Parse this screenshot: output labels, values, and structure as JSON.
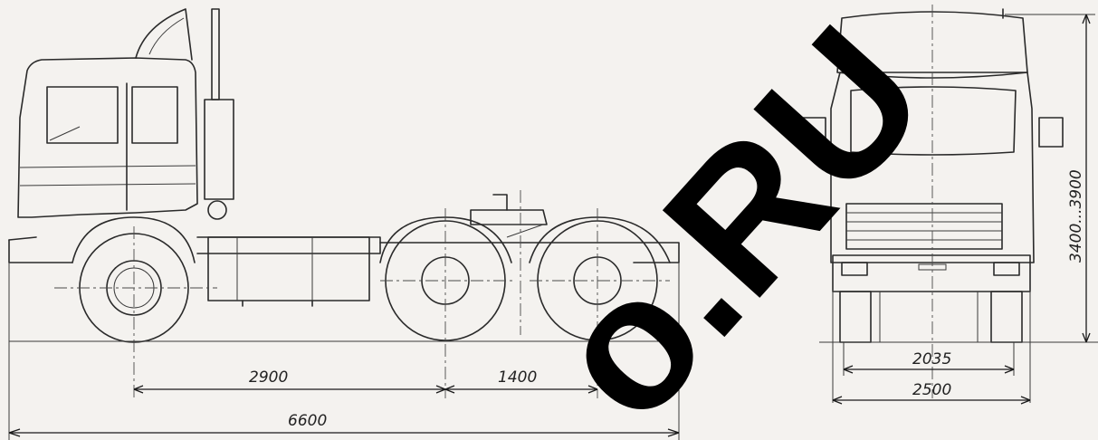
{
  "dimensions": {
    "wheelbase_front": "2900",
    "wheelbase_rear": "1400",
    "overall_length": "6600",
    "track": "2035",
    "overall_width": "2500",
    "height": "3400...3900"
  },
  "watermark": {
    "text": "o.RU",
    "color": "#000000"
  },
  "colors": {
    "line": "#2a2a2a",
    "paper": "#f4f2ef"
  }
}
